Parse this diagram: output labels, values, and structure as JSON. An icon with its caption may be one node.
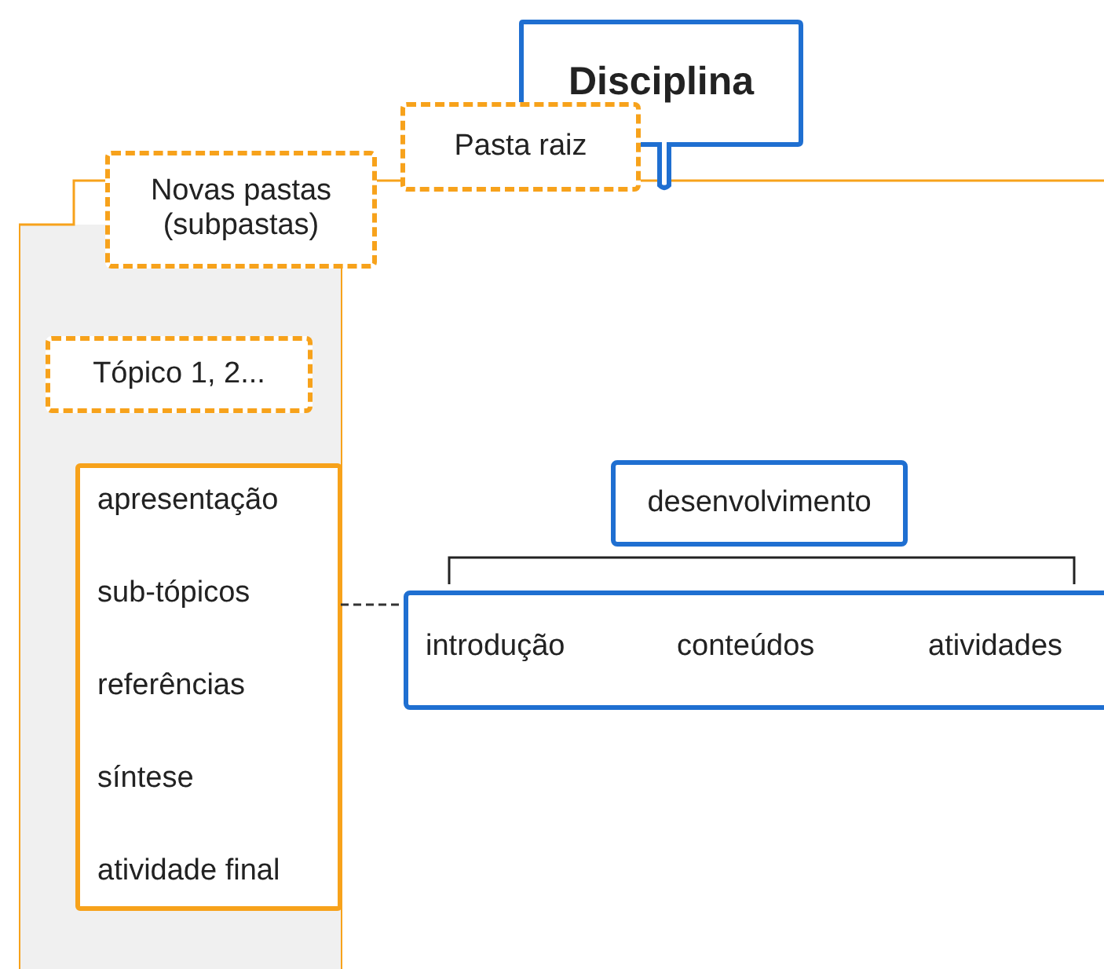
{
  "diagram": {
    "nodes": [
      {
        "text": [
          "Disciplina"
        ]
      },
      {
        "text": [
          "Pasta raiz"
        ]
      },
      {
        "text": [
          "Novas pastas (subpastas)"
        ]
      },
      {
        "text": [],
        "shape": "box"
      },
      {
        "text": [
          "Tópico 1, 2..."
        ],
        "in": 3
      },
      {
        "text": [
          "apresentação",
          "sub-tópicos",
          "referências",
          "síntese",
          "atividade final"
        ],
        "in": 3
      },
      {
        "text": [
          "desenvolvimento"
        ]
      },
      {
        "text": [
          "introdução",
          "conteúdos",
          "atividades"
        ]
      }
    ],
    "edges": [
      {
        "from": 1,
        "to": null,
        "arrow": "none"
      },
      {
        "from": 1,
        "to": 2,
        "arrow": "none"
      },
      {
        "from": 2,
        "to": 3,
        "arrow": "none"
      },
      {
        "from": 5,
        "to": 7,
        "arrow": "none",
        "style": "dashed",
        "color": "#333333"
      }
    ]
  }
}
